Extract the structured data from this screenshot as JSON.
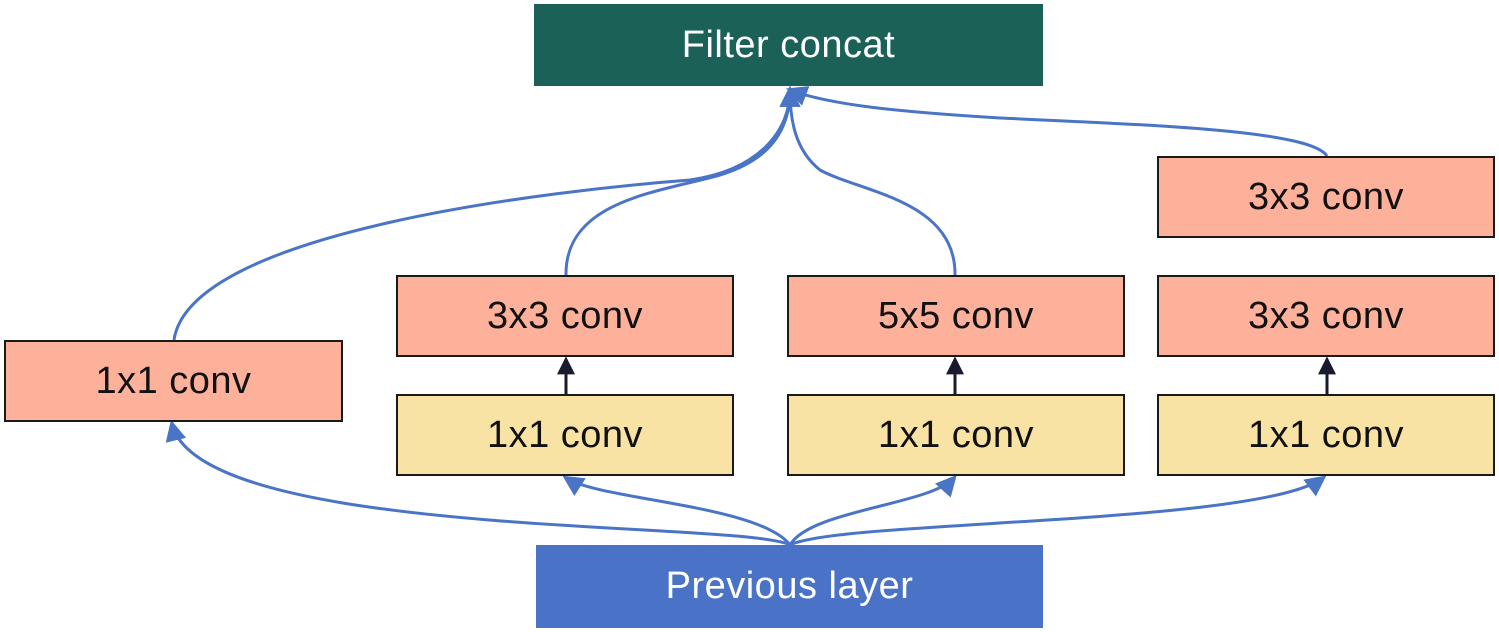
{
  "colors": {
    "io_fill": "#1b6158",
    "input_fill": "#4a73c8",
    "conv_fill": "#fdb09a",
    "reduce_fill": "#f9e3a4",
    "edge": "#4a74c6",
    "inner_edge": "#1a1a2e"
  },
  "nodes": {
    "concat": {
      "label": "Filter concat"
    },
    "previous": {
      "label": "Previous layer"
    },
    "branch1": {
      "conv": "1x1 conv"
    },
    "branch2": {
      "reduce": "1x1 conv",
      "conv": "3x3 conv"
    },
    "branch3": {
      "reduce": "1x1 conv",
      "conv": "5x5 conv"
    },
    "branch4": {
      "reduce": "1x1 conv",
      "conv_a": "3x3 conv",
      "conv_b": "3x3 conv"
    }
  },
  "edges": [
    {
      "from": "previous",
      "to": "branch1.conv"
    },
    {
      "from": "previous",
      "to": "branch2.reduce"
    },
    {
      "from": "previous",
      "to": "branch3.reduce"
    },
    {
      "from": "previous",
      "to": "branch4.reduce"
    },
    {
      "from": "branch2.reduce",
      "to": "branch2.conv"
    },
    {
      "from": "branch3.reduce",
      "to": "branch3.conv"
    },
    {
      "from": "branch4.reduce",
      "to": "branch4.conv_a"
    },
    {
      "from": "branch1.conv",
      "to": "concat"
    },
    {
      "from": "branch2.conv",
      "to": "concat"
    },
    {
      "from": "branch3.conv",
      "to": "concat"
    },
    {
      "from": "branch4.conv_b",
      "to": "concat"
    }
  ]
}
